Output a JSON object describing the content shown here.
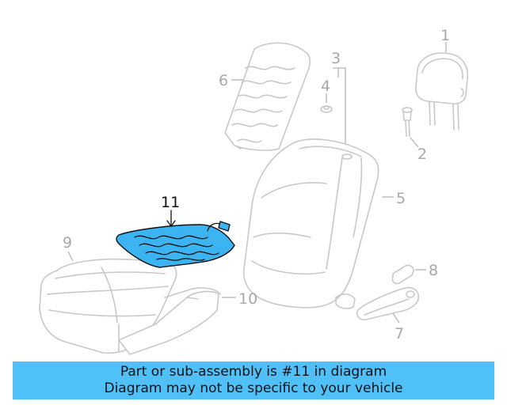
{
  "callouts": {
    "c1": "1",
    "c2": "2",
    "c3": "3",
    "c4": "4",
    "c5": "5",
    "c6": "6",
    "c7": "7",
    "c8": "8",
    "c9": "9",
    "c10": "10",
    "c11": "11"
  },
  "highlight": {
    "part": "11",
    "color": "#3db4f2"
  },
  "banner": {
    "line1": "Part or sub-assembly is #11 in diagram",
    "line2": "Diagram may not be specific to your vehicle",
    "color": "#4fc0f8"
  }
}
